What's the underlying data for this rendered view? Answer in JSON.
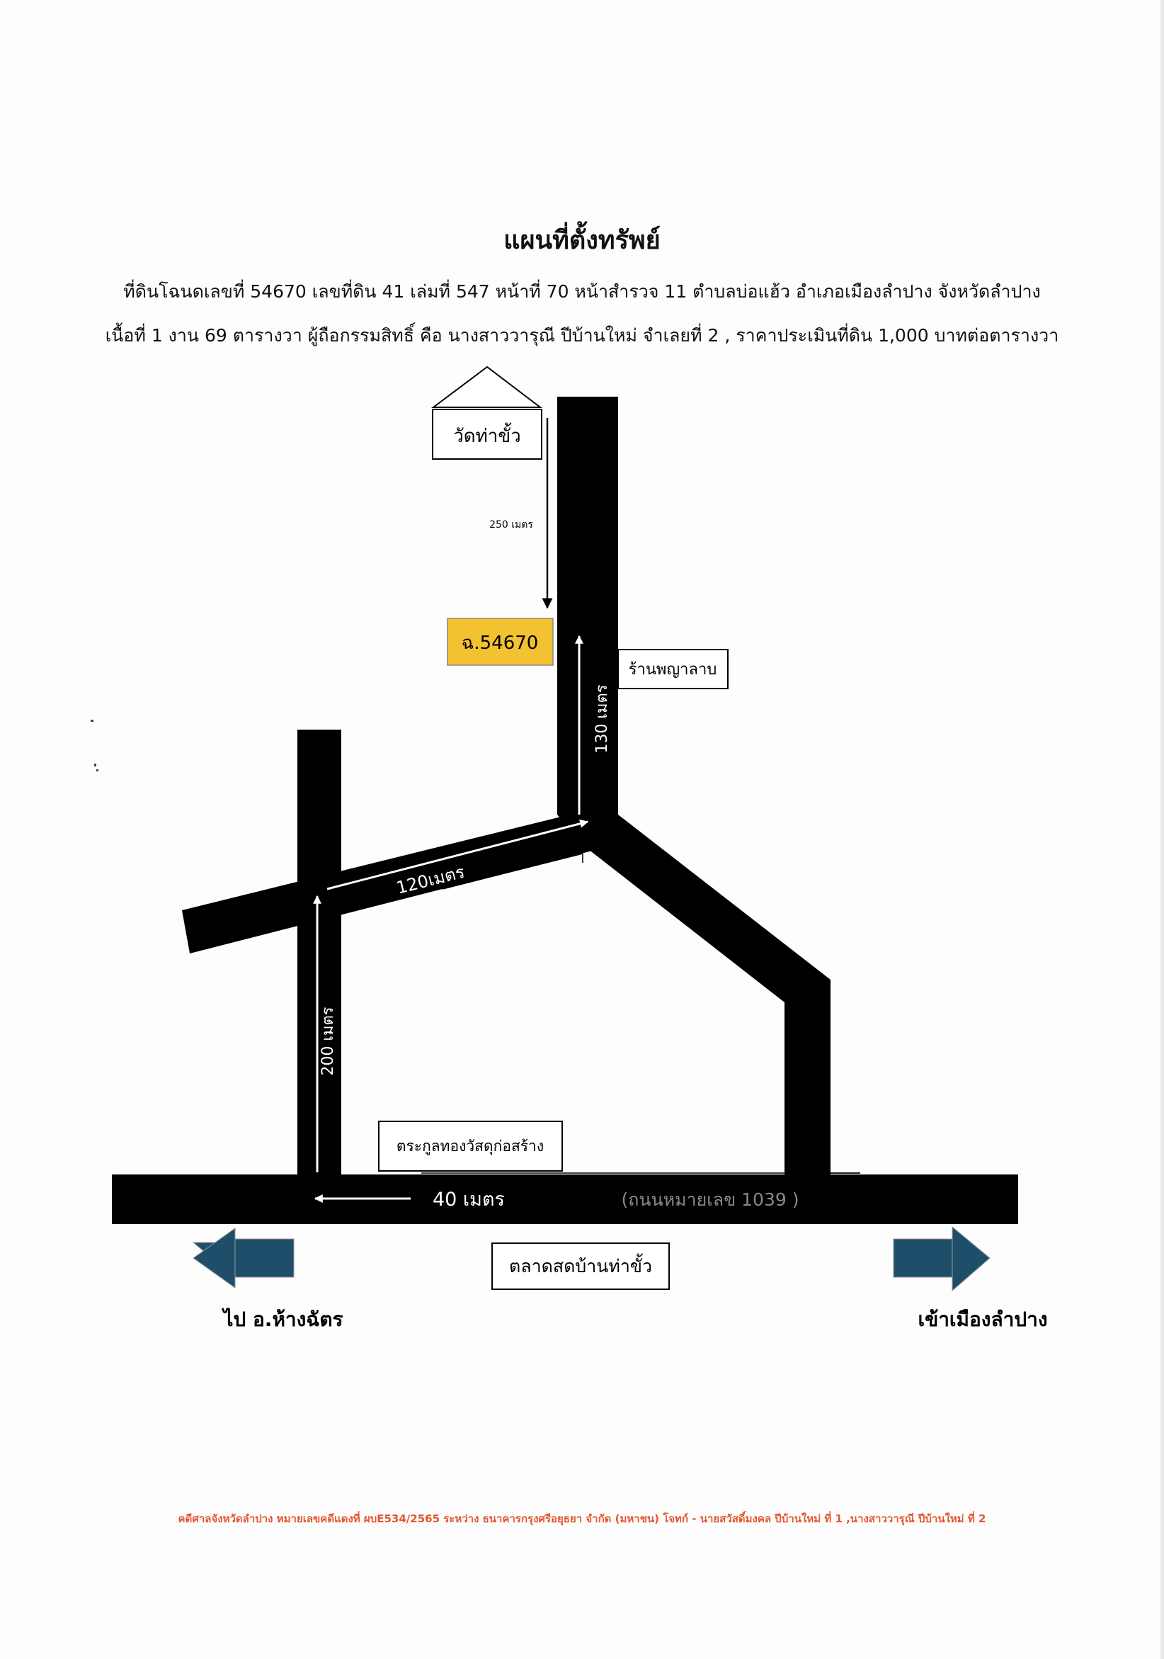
{
  "header": {
    "title": "แผนที่ตั้งทรัพย์",
    "line1": "ที่ดินโฉนดเลขที่ 54670 เลขที่ดิน 41 เล่มที่ 547 หน้าที่ 70 หน้าสำรวจ 11 ตำบลบ่อแฮ้ว อำเภอเมืองลำปาง จังหวัดลำปาง",
    "line2": "เนื้อที่ 1 งาน 69 ตารางวา ผู้ถือกรรมสิทธิ์ คือ นางสาววารุณี ปีบ้านใหม่ จำเลยที่ 2 , ราคาประเมินที่ดิน 1,000 บาทต่อตารางวา"
  },
  "map": {
    "temple_label": "วัดท่าขั้ว",
    "temple_distance": "250 เมตร",
    "parcel_label": "ฉ.54670",
    "parcel_color": "#f3c230",
    "shop_label": "ร้านพญาลาบ",
    "dist_130": "130 เมตร",
    "dist_120": "120เมตร",
    "dist_200": "200 เมตร",
    "dist_40": "40 เมตร",
    "road_name": "(ถนนหมายเลข 1039 )",
    "hardware_label": "ตระกูลทองวัสดุก่อสร้าง",
    "market_label": "ตลาดสดบ้านท่าขั้ว",
    "left_dest": "ไป อ.ห้างฉัตร",
    "right_dest": "เข้าเมืองลำปาง",
    "road_color": "#000000",
    "arrow_color": "#1f4e6b"
  },
  "footer": {
    "note": "คดีศาลจังหวัดลำปาง หมายเลขคดีแดงที่ ผบE534/2565 ระหว่าง ธนาคารกรุงศรีอยุธยา จำกัด (มหาชน) โจทก์ - นายสวัสดิ์มงคล ปีบ้านใหม่ ที่ 1 ,นางสาววารุณี ปีบ้านใหม่ ที่ 2",
    "color": "#e4572e"
  }
}
